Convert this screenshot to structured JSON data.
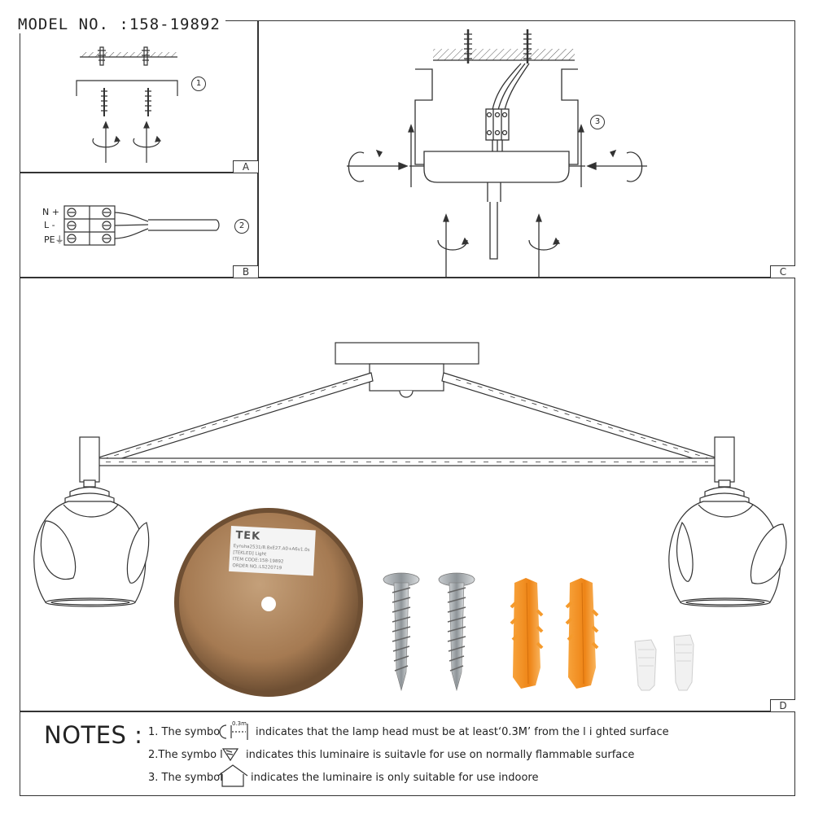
{
  "header": {
    "model_no": "MODEL NO. :158-19892"
  },
  "panels": {
    "a": {
      "tag": "A",
      "step": "1"
    },
    "b": {
      "tag": "B",
      "step": "2",
      "terminals": [
        "N +",
        "L -",
        "PE⏚"
      ]
    },
    "c": {
      "tag": "C",
      "step": "3"
    },
    "d": {
      "tag": "D"
    }
  },
  "base_label": {
    "brand": "TEK",
    "lines": [
      "Eynsha2531/8.8xE27.A0+A6v1.0s",
      "[TEKLED] Light",
      "ITEM CODE:158-19892",
      "ORDER NO.:LS220719"
    ]
  },
  "notes": {
    "title": "NOTES :",
    "items": [
      {
        "prefix": "1. The symbo",
        "symbol_label": "0.3m",
        "text": "indicates that the lamp head must be at least‘0.3M’ from the l i ghted surface"
      },
      {
        "prefix": "2.The symbo l",
        "text": "indicates this luminaire is suitavle for use on normally flammable surface"
      },
      {
        "prefix": "3. The symbol",
        "text": "indicates the luminaire is only suitable for use indoore"
      }
    ]
  },
  "colors": {
    "line": "#333333",
    "anchor": "#f08a1c",
    "base": "#a9815a",
    "screw": "#9ea3a6"
  }
}
